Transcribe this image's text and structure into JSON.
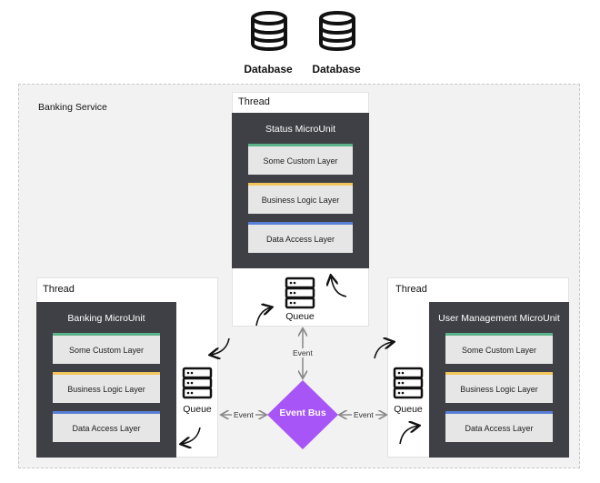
{
  "databases": [
    {
      "label": "Database",
      "icon": "database-icon"
    },
    {
      "label": "Database",
      "icon": "database-icon"
    }
  ],
  "service": {
    "label": "Banking Service"
  },
  "status_thread": {
    "thread_label": "Thread",
    "unit_title": "Status MicroUnit",
    "layers": [
      "Some Custom Layer",
      "Business Logic Layer",
      "Data Access Layer"
    ],
    "queue_label": "Queue"
  },
  "banking_thread": {
    "thread_label": "Thread",
    "unit_title": "Banking MicroUnit",
    "layers": [
      "Some Custom Layer",
      "Business Logic Layer",
      "Data Access Layer"
    ],
    "queue_label": "Queue"
  },
  "user_thread": {
    "thread_label": "Thread",
    "unit_title": "User Management MicroUnit",
    "layers": [
      "Some Custom Layer",
      "Business Logic Layer",
      "Data Access Layer"
    ],
    "queue_label": "Queue"
  },
  "event_bus": {
    "label": "Event Bus",
    "color": "#a855f7"
  },
  "edges": {
    "top": "Event",
    "left": "Event",
    "right": "Event"
  },
  "colors": {
    "unit_bg": "#3e4046",
    "layer_custom": "#5cb38a",
    "layer_business": "#f2c55c",
    "layer_data": "#5a7fd6"
  }
}
